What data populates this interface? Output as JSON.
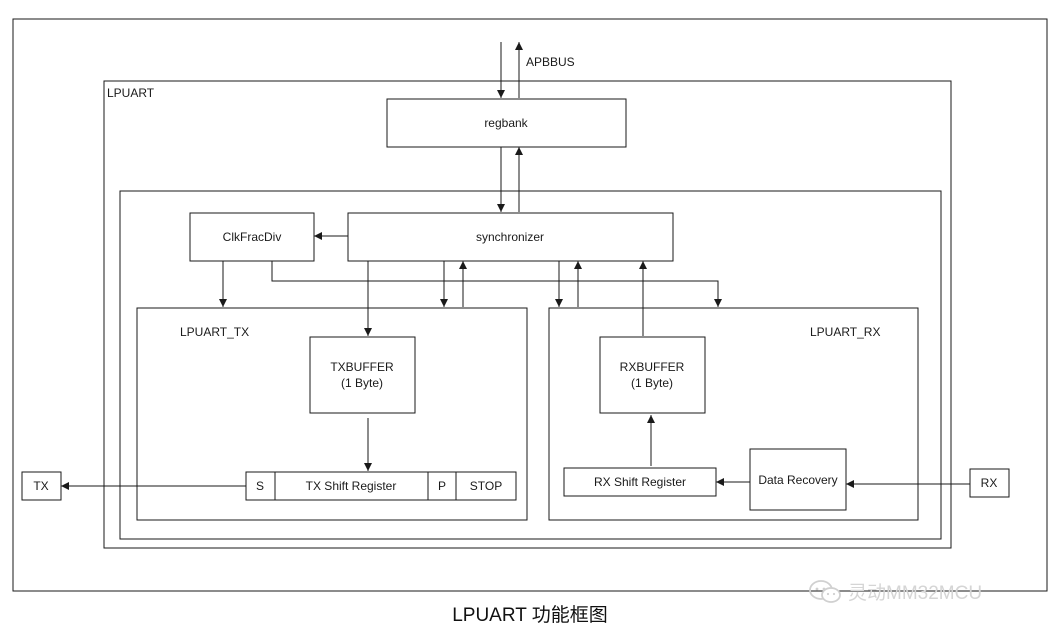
{
  "diagram": {
    "bus_label": "APBBUS",
    "module_label": "LPUART",
    "regbank": "regbank",
    "synchronizer": "synchronizer",
    "clkfracdiv": "ClkFracDiv",
    "tx_block": "LPUART_TX",
    "rx_block": "LPUART_RX",
    "txbuffer_line1": "TXBUFFER",
    "txbuffer_line2": "(1 Byte)",
    "rxbuffer_line1": "RXBUFFER",
    "rxbuffer_line2": "(1 Byte)",
    "tx_shift": {
      "s": "S",
      "register": "TX Shift Register",
      "p": "P",
      "stop": "STOP"
    },
    "rx_shift_register": "RX Shift Register",
    "data_recovery": "Data Recovery",
    "tx_pin": "TX",
    "rx_pin": "RX"
  },
  "caption": "LPUART 功能框图",
  "watermark": "灵动MM32MCU"
}
